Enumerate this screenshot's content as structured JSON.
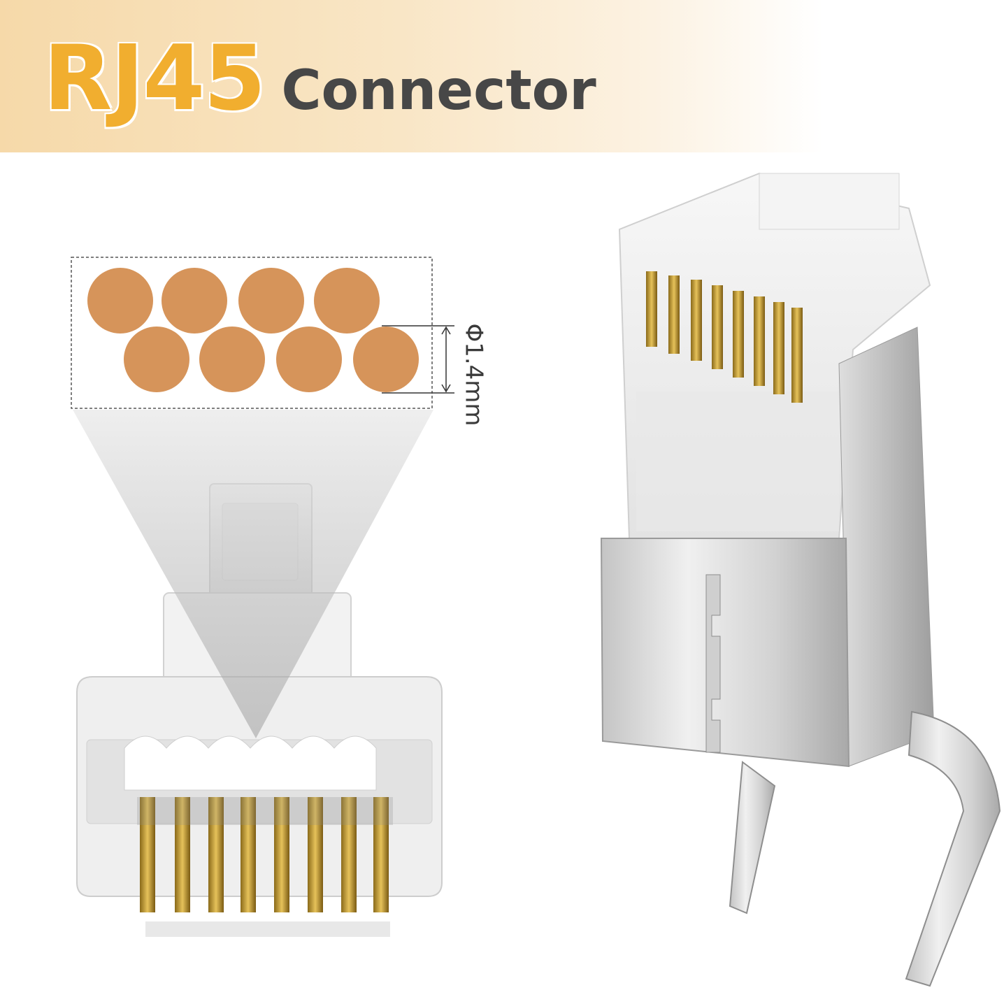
{
  "title": {
    "main": "RJ45",
    "sub": "Connector"
  },
  "wire_diagram": {
    "diameter_label": "Φ1.4mm",
    "wire_count": 8
  },
  "colors": {
    "banner_accent": "#f1ae2f",
    "subtitle": "#474747",
    "wire_dot": "#d6945a"
  }
}
